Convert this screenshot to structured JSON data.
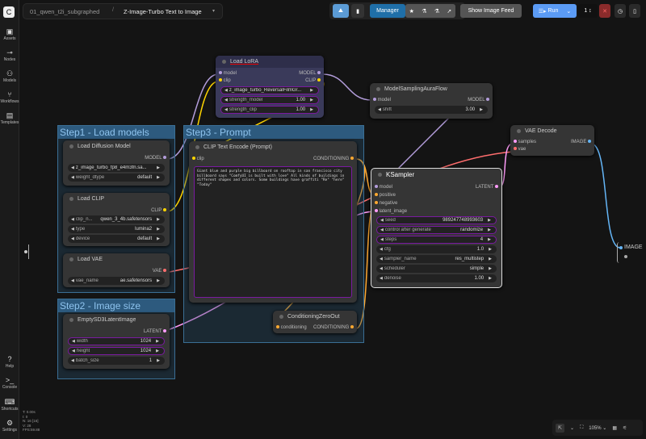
{
  "sidebar": {
    "top": [
      "Assets",
      "Nodes",
      "Models",
      "Workflows",
      "Templates"
    ],
    "bottom": [
      "Help",
      "Console",
      "Shortcuts",
      "Settings"
    ]
  },
  "topbar": {
    "workflow_tab": "01_qwen_t2i_subgraphed",
    "breadcrumb": "Z-Image-Turbo Text to Image",
    "manager": "Manager",
    "show_image_feed": "Show Image Feed",
    "run": "Run",
    "queue_count": "1"
  },
  "groups": {
    "step1": "Step1 - Load models",
    "step2": "Step2 - Image size",
    "step3": "Step3 - Prompt"
  },
  "nodes": {
    "load_lora": {
      "title": "Load LoRA",
      "in": [
        "model",
        "clip"
      ],
      "out": [
        "MODEL",
        "CLIP"
      ],
      "lora": "z_image_turbo_ReversalFilmGr...",
      "strength_model_label": "strength_model",
      "strength_model": "1.00",
      "strength_clip_label": "strength_clip",
      "strength_clip": "1.00"
    },
    "model_sampling": {
      "title": "ModelSamplingAuraFlow",
      "in": "model",
      "out": "MODEL",
      "shift_label": "shift",
      "shift": "3.00"
    },
    "load_diffusion": {
      "title": "Load Diffusion Model",
      "out": "MODEL",
      "unet": "z_image_turbo_fp8_e4m3fn.sa...",
      "weight_dtype_label": "weight_dtype",
      "weight_dtype": "default"
    },
    "load_clip": {
      "title": "Load CLIP",
      "out": "CLIP",
      "clip_name_label": "clip_n...",
      "clip_name": "qwen_3_4b.safetensors",
      "type_label": "type",
      "type": "lumina2",
      "device_label": "device",
      "device": "default"
    },
    "load_vae": {
      "title": "Load VAE",
      "out": "VAE",
      "vae_name_label": "vae_name",
      "vae_name": "ae.safetensors"
    },
    "empty_latent": {
      "title": "EmptySD3LatentImage",
      "out": "LATENT",
      "width_label": "width",
      "width": "1024",
      "height_label": "height",
      "height": "1024",
      "batch_label": "batch_size",
      "batch": "1"
    },
    "clip_encode": {
      "title": "CLIP Text Encode (Prompt)",
      "in": "clip",
      "out": "CONDITIONING",
      "text": "Giant blue and purple big billboard on rooftop in san francisco city billboard says \"ComfyUI is built with love\" All kinds of buildings in different shapes and colors. Some buildings have graffiti \"Re\" \"here\" \"Today\""
    },
    "cond_zero": {
      "title": "ConditioningZeroOut",
      "in": "conditioning",
      "out": "CONDITIONING"
    },
    "ksampler": {
      "title": "KSampler",
      "in": [
        "model",
        "positive",
        "negative",
        "latent_image"
      ],
      "out": "LATENT",
      "widgets": [
        [
          "seed",
          "989247748993603"
        ],
        [
          "control after generate",
          "randomize"
        ],
        [
          "steps",
          "4"
        ],
        [
          "cfg",
          "1.0"
        ],
        [
          "sampler_name",
          "res_multistep"
        ],
        [
          "scheduler",
          "simple"
        ],
        [
          "denoise",
          "1.00"
        ]
      ]
    },
    "vae_decode": {
      "title": "VAE Decode",
      "in": [
        "samples",
        "vae"
      ],
      "out": "IMAGE"
    },
    "reroute": {
      "out": "IMAGE"
    }
  },
  "stats": [
    "T: 0.00s",
    "I: 0",
    "N: 16 [16]",
    "V: 28",
    "FPS:59.88"
  ],
  "zoom": "105%",
  "colors": {
    "model": "#b39ddb",
    "clip": "#ffd500",
    "vae": "#ff6e6e",
    "latent": "#ff9cf9",
    "conditioning": "#ffa931",
    "image": "#64b5f6",
    "accent": "#4a90e2"
  }
}
